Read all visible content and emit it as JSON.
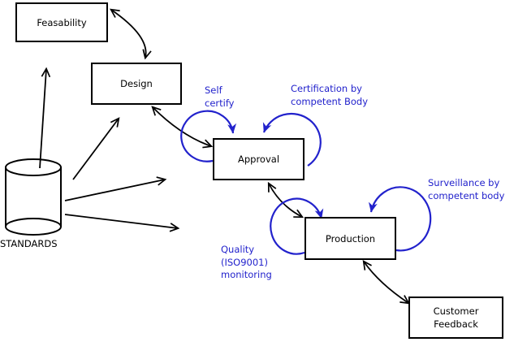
{
  "colors": {
    "line": "#000000",
    "annotation": "#2222cc",
    "background": "#ffffff"
  },
  "nodes": {
    "feasability": {
      "label": "Feasability"
    },
    "design": {
      "label": "Design"
    },
    "approval": {
      "label": "Approval"
    },
    "production": {
      "label": "Production"
    },
    "customer_feedback": {
      "line1": "Customer",
      "line2": "Feedback"
    },
    "standards": {
      "label": "STANDARDS"
    }
  },
  "annotations": {
    "self_certify": {
      "line1": "Self",
      "line2": "certify"
    },
    "certification": {
      "line1": "Certification by",
      "line2": "competent Body"
    },
    "surveillance": {
      "line1": "Surveillance by",
      "line2": "competent body"
    },
    "quality_monitoring": {
      "line1": "Quality",
      "line2": "(ISO9001)",
      "line3": "monitoring"
    }
  }
}
